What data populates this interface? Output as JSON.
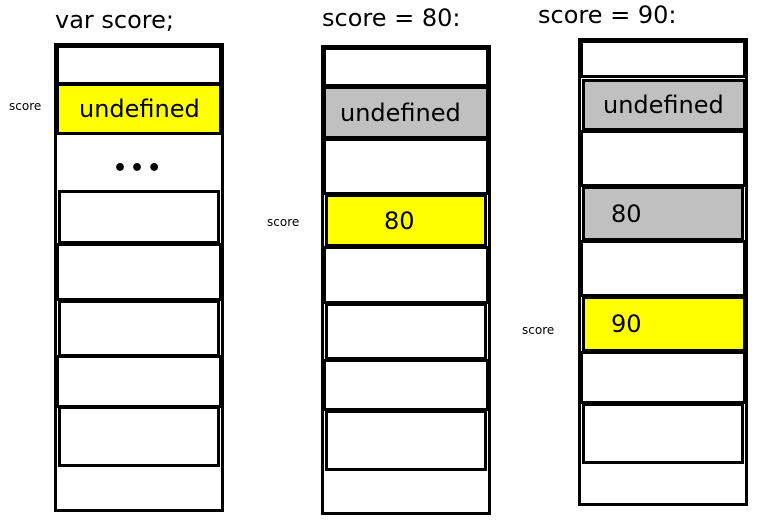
{
  "columns": [
    {
      "title": "var score;",
      "memory_label": "score",
      "cells": [
        "undefined",
        "•••"
      ],
      "colors": {
        "highlight": "#ffff00",
        "cell": "#ffffff"
      }
    },
    {
      "title": "score = 80:",
      "memory_label": "score",
      "cells": [
        "undefined",
        "80"
      ],
      "colors": {
        "highlight": "#ffff00",
        "stale": "#c0c0c0"
      }
    },
    {
      "title": "score = 90:",
      "memory_label": "score",
      "cells": [
        "undefined",
        "80",
        "90"
      ],
      "colors": {
        "highlight": "#ffff00",
        "stale": "#c0c0c0"
      }
    }
  ]
}
